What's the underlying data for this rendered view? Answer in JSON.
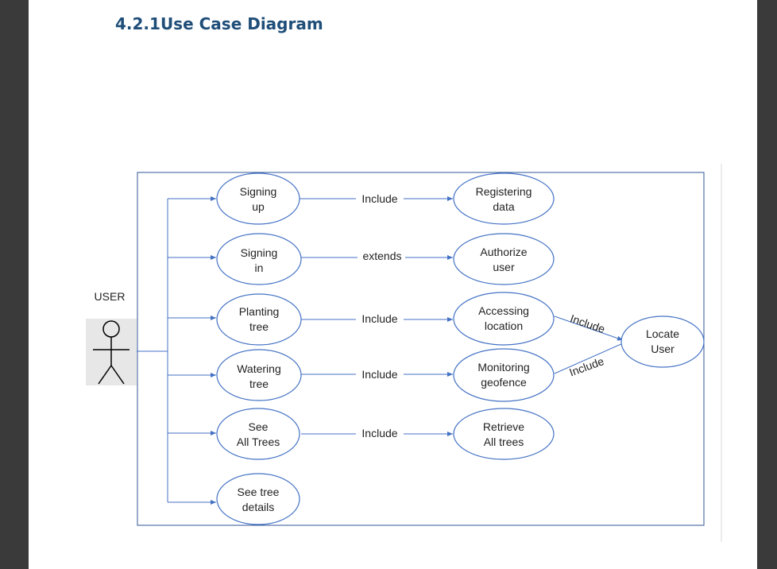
{
  "section_heading": "4.2.1Use Case Diagram",
  "actor": {
    "label": "USER"
  },
  "use_cases": {
    "signing_up": [
      "Signing",
      "up"
    ],
    "signing_in": [
      "Signing",
      "in"
    ],
    "planting_tree": [
      "Planting",
      "tree"
    ],
    "watering_tree": [
      "Watering",
      "tree"
    ],
    "see_all_trees": [
      "See",
      "All Trees"
    ],
    "see_tree_details": [
      "See tree",
      "details"
    ],
    "registering_data": [
      "Registering",
      "data"
    ],
    "authorize_user": [
      "Authorize",
      "user"
    ],
    "accessing_location": [
      "Accessing",
      "location"
    ],
    "monitoring_geofence": [
      "Monitoring",
      "geofence"
    ],
    "retrieve_all_trees": [
      "Retrieve",
      "All trees"
    ],
    "locate_user": [
      "Locate",
      "User"
    ]
  },
  "relations": {
    "signup_registering": "Include",
    "signin_authorize": "extends",
    "planting_accessing": "Include",
    "watering_monitoring": "Include",
    "seeall_retrieve": "Include",
    "locate_accessing": "Include",
    "locate_monitoring": "Include"
  },
  "colors": {
    "heading": "#1f4e79",
    "line": "#4472c4",
    "boundary": "#2f5597"
  }
}
